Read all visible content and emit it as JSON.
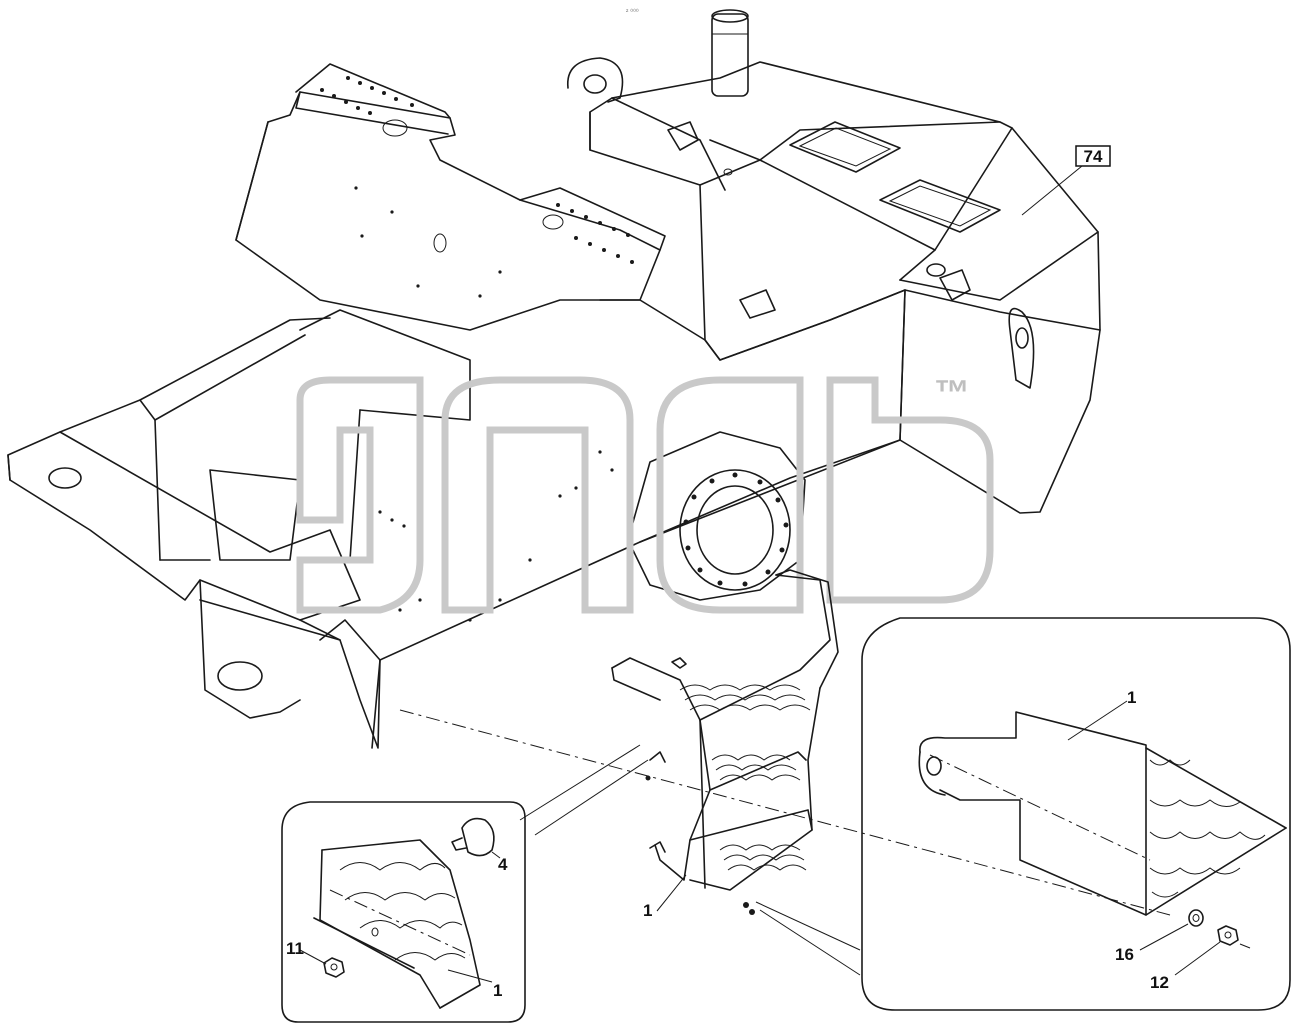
{
  "diagram": {
    "top_mark": "² ⁰⁰⁰",
    "watermark_trademark": "™",
    "callouts": {
      "c74": "74",
      "c1_step": "1",
      "c1_detail_right": "1",
      "c1_detail_left": "1",
      "c4": "4",
      "c11": "11",
      "c16": "16",
      "c12": "12"
    }
  }
}
